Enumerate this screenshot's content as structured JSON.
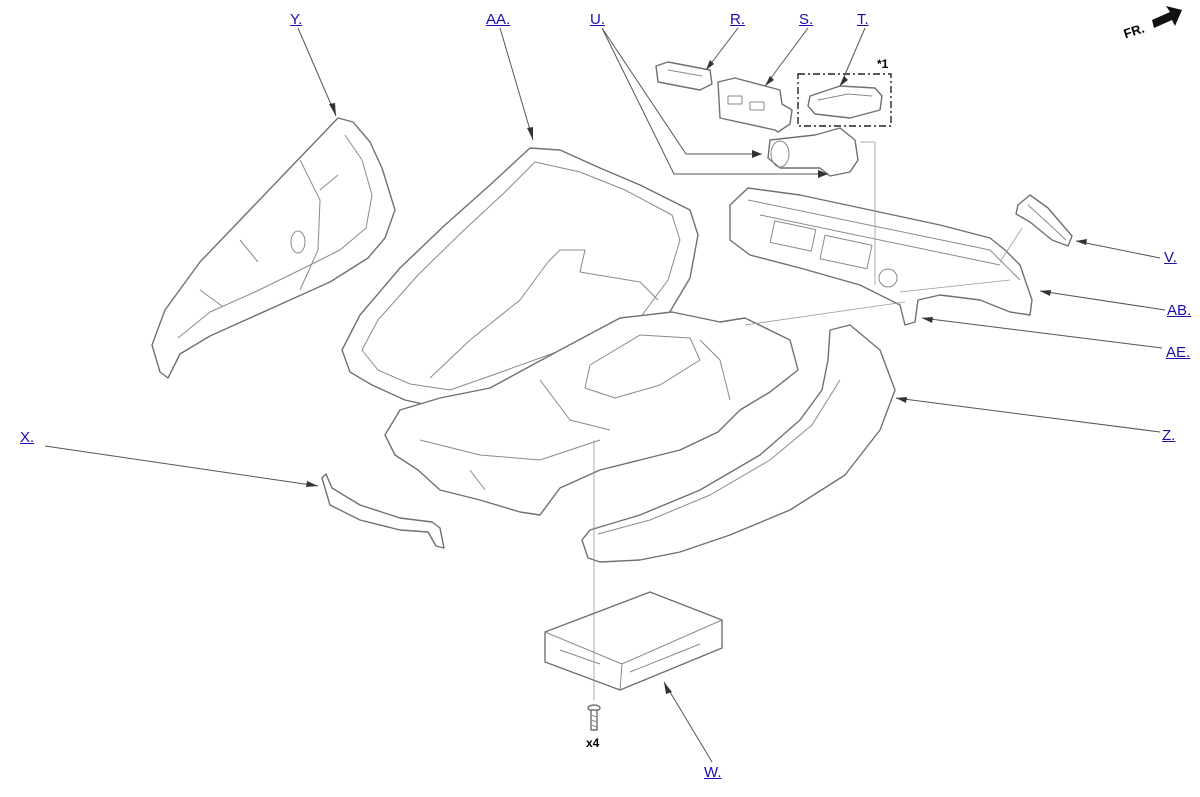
{
  "colors": {
    "link": "#1a0dab",
    "line": "#555555",
    "part_outline": "#707070"
  },
  "direction_marker": {
    "label": "FR.",
    "icon": "front-direction-arrow-icon"
  },
  "callouts": {
    "R": "R.",
    "S": "S.",
    "T": "T.",
    "U": "U.",
    "V": "V.",
    "W": "W.",
    "X": "X.",
    "Y": "Y.",
    "Z": "Z.",
    "AA": "AA.",
    "AB": "AB.",
    "AE": "AE."
  },
  "notes": {
    "star1": "*1",
    "screw_quantity": "x4"
  }
}
